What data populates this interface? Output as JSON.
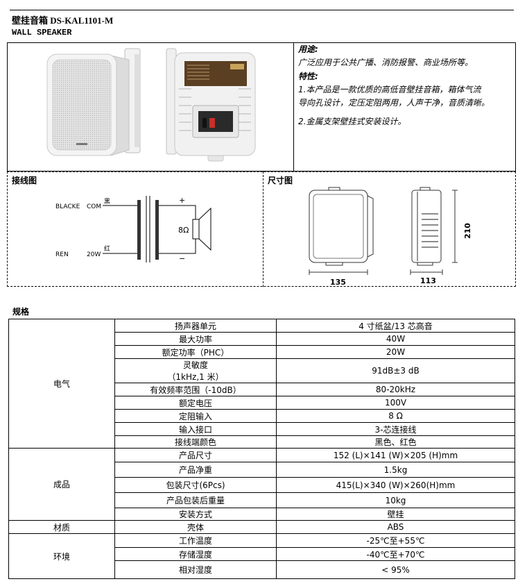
{
  "header": {
    "title_cn": "壁挂音箱 DS-KAL1101-M",
    "title_en": "WALL SPEAKER"
  },
  "usage": {
    "heading": "用途:",
    "text": "广泛应用于公共广播、消防报警、商业场所等。"
  },
  "features": {
    "heading": "特性:",
    "item1_line1": "1.本产品是一款优质的高低音壁挂音箱，箱体气流",
    "item1_line2": "导向孔设计，定压定阻两用，人声干净，音质清晰。",
    "item2": "2.金属支架壁挂式安装设计。"
  },
  "wiring": {
    "label": "接线图",
    "left_top": "BLACKE",
    "left_bottom": "REN",
    "tap_top": "COM",
    "tap_bottom": "20W",
    "wire_top": "黑",
    "wire_bottom": "红",
    "plus": "+",
    "minus": "−",
    "impedance": "8Ω"
  },
  "dimensions": {
    "label": "尺寸图",
    "width": "135",
    "depth": "113",
    "height": "210"
  },
  "spec": {
    "title": "规格",
    "groups": [
      {
        "name": "电气",
        "rows": [
          {
            "name": "扬声器单元",
            "value": "4 寸纸盆/13 芯高音"
          },
          {
            "name": "最大功率",
            "value": "40W"
          },
          {
            "name": "额定功率（PHC）",
            "value": "20W"
          },
          {
            "name": "灵敏度",
            "name2": "（1kHz,1 米）",
            "value": "91dB±3 dB"
          },
          {
            "name": "有效频率范围（-10dB）",
            "value": "80-20kHz"
          },
          {
            "name": "额定电压",
            "value": "100V"
          },
          {
            "name": "定阻输入",
            "value": "8 Ω"
          },
          {
            "name": "输入接口",
            "value": "3-芯连接线"
          },
          {
            "name": "接线端颜色",
            "value": "黑色、红色"
          }
        ]
      },
      {
        "name": "成品",
        "rows": [
          {
            "name": "产品尺寸",
            "value": "152 (L)×141 (W)×205 (H)mm"
          },
          {
            "name": "产品净重",
            "value": "1.5kg"
          },
          {
            "name": "包装尺寸(6Pcs)",
            "value": "415(L)×340 (W)×260(H)mm"
          },
          {
            "name": "产品包装后重量",
            "value": "10kg"
          },
          {
            "name": "安装方式",
            "value": "壁挂"
          }
        ]
      },
      {
        "name": "材质",
        "rows": [
          {
            "name": "壳体",
            "value": "ABS"
          }
        ]
      },
      {
        "name": "环境",
        "rows": [
          {
            "name": "工作温度",
            "value": "-25℃至+55℃"
          },
          {
            "name": "存储湿度",
            "value": "-40℃至+70℃"
          },
          {
            "name": "相对湿度",
            "value": "< 95%"
          }
        ]
      }
    ]
  }
}
